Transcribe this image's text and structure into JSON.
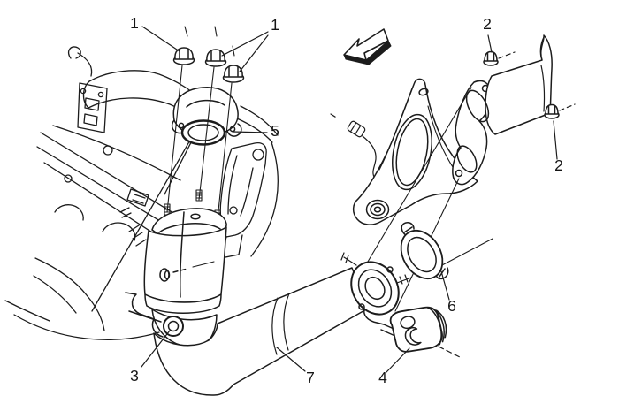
{
  "page": {
    "background_color": "#ffffff",
    "line_color": "#1c1c1c",
    "label_color": "#151515"
  },
  "diagram": {
    "type": "exploded-parts-illustration",
    "icons": {
      "direction_arrow": "3d-block-arrow-pointing-lower-left"
    },
    "callouts": {
      "c1a": {
        "label": "1"
      },
      "c1b": {
        "label": "1"
      },
      "c2a": {
        "label": "2"
      },
      "c2b": {
        "label": "2"
      },
      "c3": {
        "label": "3"
      },
      "c4": {
        "label": "4"
      },
      "c5": {
        "label": "5"
      },
      "c6": {
        "label": "6"
      },
      "c7": {
        "label": "7"
      }
    }
  }
}
